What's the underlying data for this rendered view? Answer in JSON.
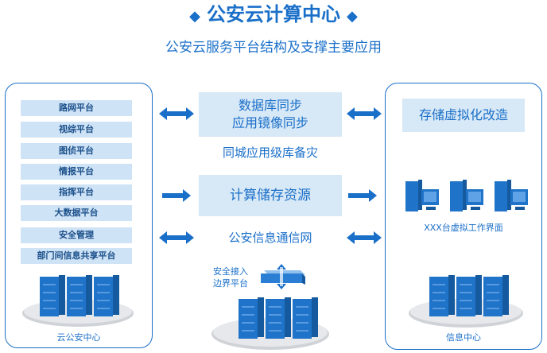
{
  "header": {
    "title": "公安云计算中心",
    "subtitle": "公安云服务平台结构及支撑主要应用"
  },
  "left_panel": {
    "platforms": [
      "路网平台",
      "视综平台",
      "图侦平台",
      "情报平台",
      "指挥平台",
      "大数据平台",
      "安全管理",
      "部门间信息共享平台"
    ],
    "caption": "云公安中心"
  },
  "middle": {
    "sync_box": [
      "数据库同步",
      "应用镜像同步"
    ],
    "backup_label": "同城应用级库备灾",
    "resource_box": "计算储存资源",
    "network_label": "公安信息通信网",
    "boundary_label": [
      "安全接入",
      "边界平台"
    ]
  },
  "right_panel": {
    "box": "存储虚拟化改造",
    "workstations_label": "XXX台虚拟工作界面",
    "caption": "信息中心"
  },
  "colors": {
    "primary": "#1a6fc9",
    "box_fill": "#d7e8f6",
    "platform_fill": "#cfe3f6",
    "server_blue": "#1f73c8",
    "base_gray": "#c9ccd1"
  },
  "icons": [
    "diamond-icon",
    "double-arrow-icon",
    "right-arrow-icon",
    "server-rack-icon",
    "workstation-icon",
    "security-gateway-icon"
  ]
}
